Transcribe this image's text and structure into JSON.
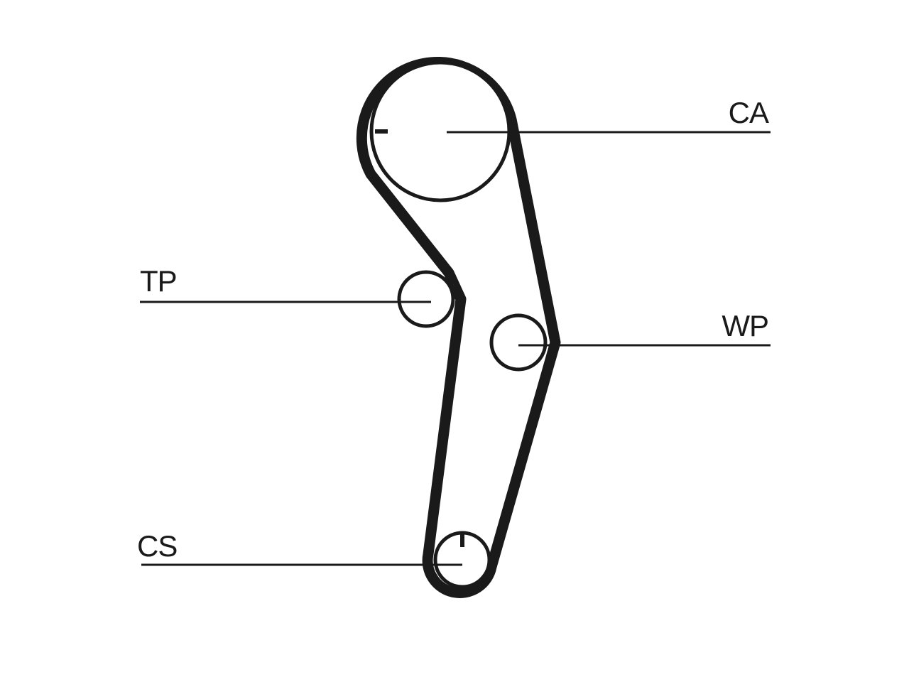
{
  "diagram": {
    "colors": {
      "ink": "#1a1a1a",
      "background": "#ffffff"
    },
    "components": [
      {
        "id": "CA",
        "label": "CA"
      },
      {
        "id": "TP",
        "label": "TP"
      },
      {
        "id": "WP",
        "label": "WP"
      },
      {
        "id": "CS",
        "label": "CS"
      }
    ]
  }
}
